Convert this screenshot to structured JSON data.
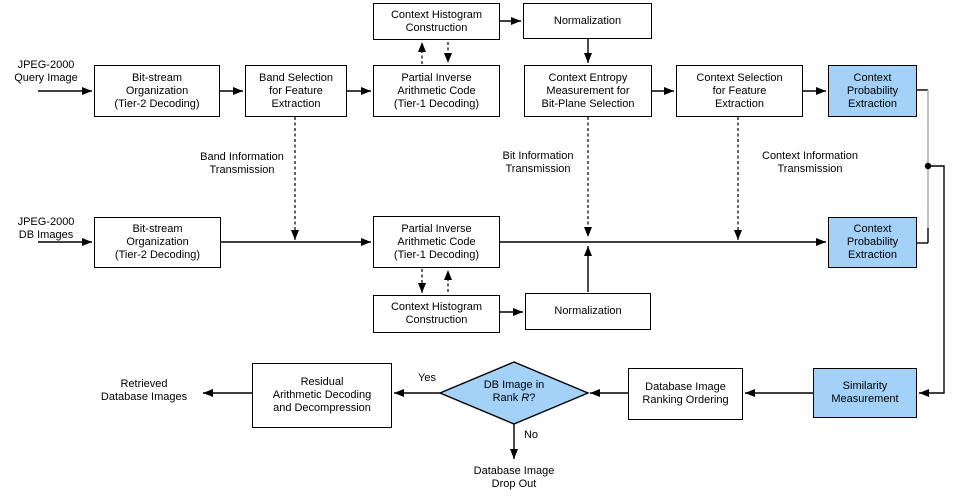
{
  "colors": {
    "node_fill_blue": "#a3d1f7",
    "node_fill_white": "#ffffff",
    "border": "#000000",
    "wire_gray": "#b0b0b0"
  },
  "inputs": {
    "query_label": "JPEG-2000\nQuery Image",
    "db_label": "JPEG-2000\nDB Images"
  },
  "query_path": {
    "bitstream": "Bit-stream\nOrganization\n(Tier-2 Decoding)",
    "band_selection": "Band Selection\nfor Feature\nExtraction",
    "partial_inverse": "Partial Inverse\nArithmetic Code\n(Tier-1 Decoding)",
    "context_histogram": "Context Histogram\nConstruction",
    "normalization": "Normalization",
    "context_entropy": "Context Entropy\nMeasurement for\nBit-Plane Selection",
    "context_selection": "Context Selection\nfor Feature\nExtraction",
    "context_probability": "Context\nProbability\nExtraction"
  },
  "db_path": {
    "bitstream": "Bit-stream\nOrganization\n(Tier-2 Decoding)",
    "partial_inverse": "Partial Inverse\nArithmetic Code\n(Tier-1 Decoding)",
    "context_histogram": "Context Histogram\nConstruction",
    "normalization": "Normalization",
    "context_probability": "Context\nProbability\nExtraction"
  },
  "transmission_labels": {
    "band": "Band Information\nTransmission",
    "bit": "Bit Information\nTransmission",
    "context": "Context Information\nTransmission"
  },
  "bottom": {
    "similarity": "Similarity\nMeasurement",
    "ranking": "Database Image\nRanking Ordering",
    "decision_line1": "DB Image in",
    "decision_rank_prefix": "Rank ",
    "decision_rank_var": "R",
    "decision_rank_suffix": "?",
    "yes": "Yes",
    "no": "No",
    "residual": "Residual\nArithmetic Decoding\nand Decompression",
    "retrieved": "Retrieved\nDatabase Images",
    "drop_out": "Database Image\nDrop Out"
  }
}
